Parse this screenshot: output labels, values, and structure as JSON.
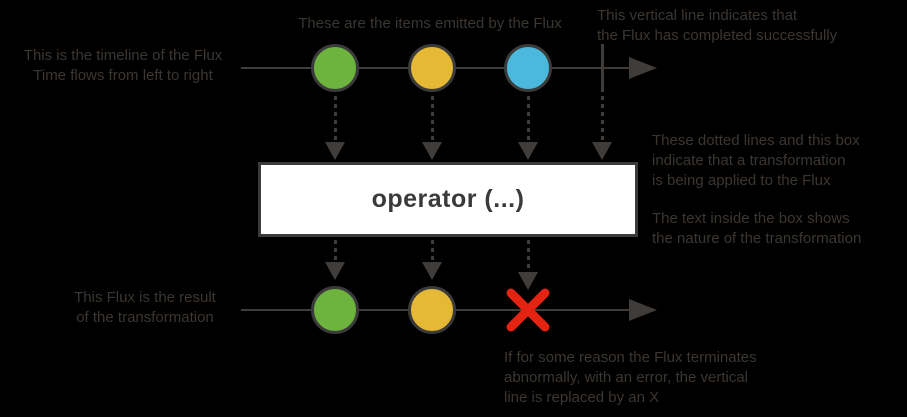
{
  "colors": {
    "background": "#000000",
    "annotation_text": "#3c3631",
    "stroke": "#403c39",
    "marble_border": "#3b3b3b",
    "marble_green": "#6cb43d",
    "marble_yellow": "#e5b836",
    "marble_blue": "#4ab9dd",
    "error_red": "#e42313",
    "box_bg": "#ffffff",
    "box_text": "#3a3a3a"
  },
  "annotations": {
    "items": "These are the items emitted by the Flux",
    "timeline": "This is the timeline of the Flux\nTime flows from left to right",
    "complete": "This vertical line indicates that\nthe Flux has completed successfully",
    "transform_1": "These dotted lines and this box\nindicate that a transformation\nis being applied to the Flux",
    "transform_2": "The text inside the box shows\nthe nature of the transformation",
    "result": "This Flux is the result\nof the transformation",
    "error": "If for some reason the Flux terminates\nabnormally, with an error, the vertical\nline is replaced by an X"
  },
  "operator": {
    "label": "operator (...)"
  },
  "source_flux": {
    "marbles": [
      "green",
      "yellow",
      "blue"
    ],
    "terminal": "complete"
  },
  "result_flux": {
    "marbles": [
      "green",
      "yellow"
    ],
    "terminal": "error"
  }
}
